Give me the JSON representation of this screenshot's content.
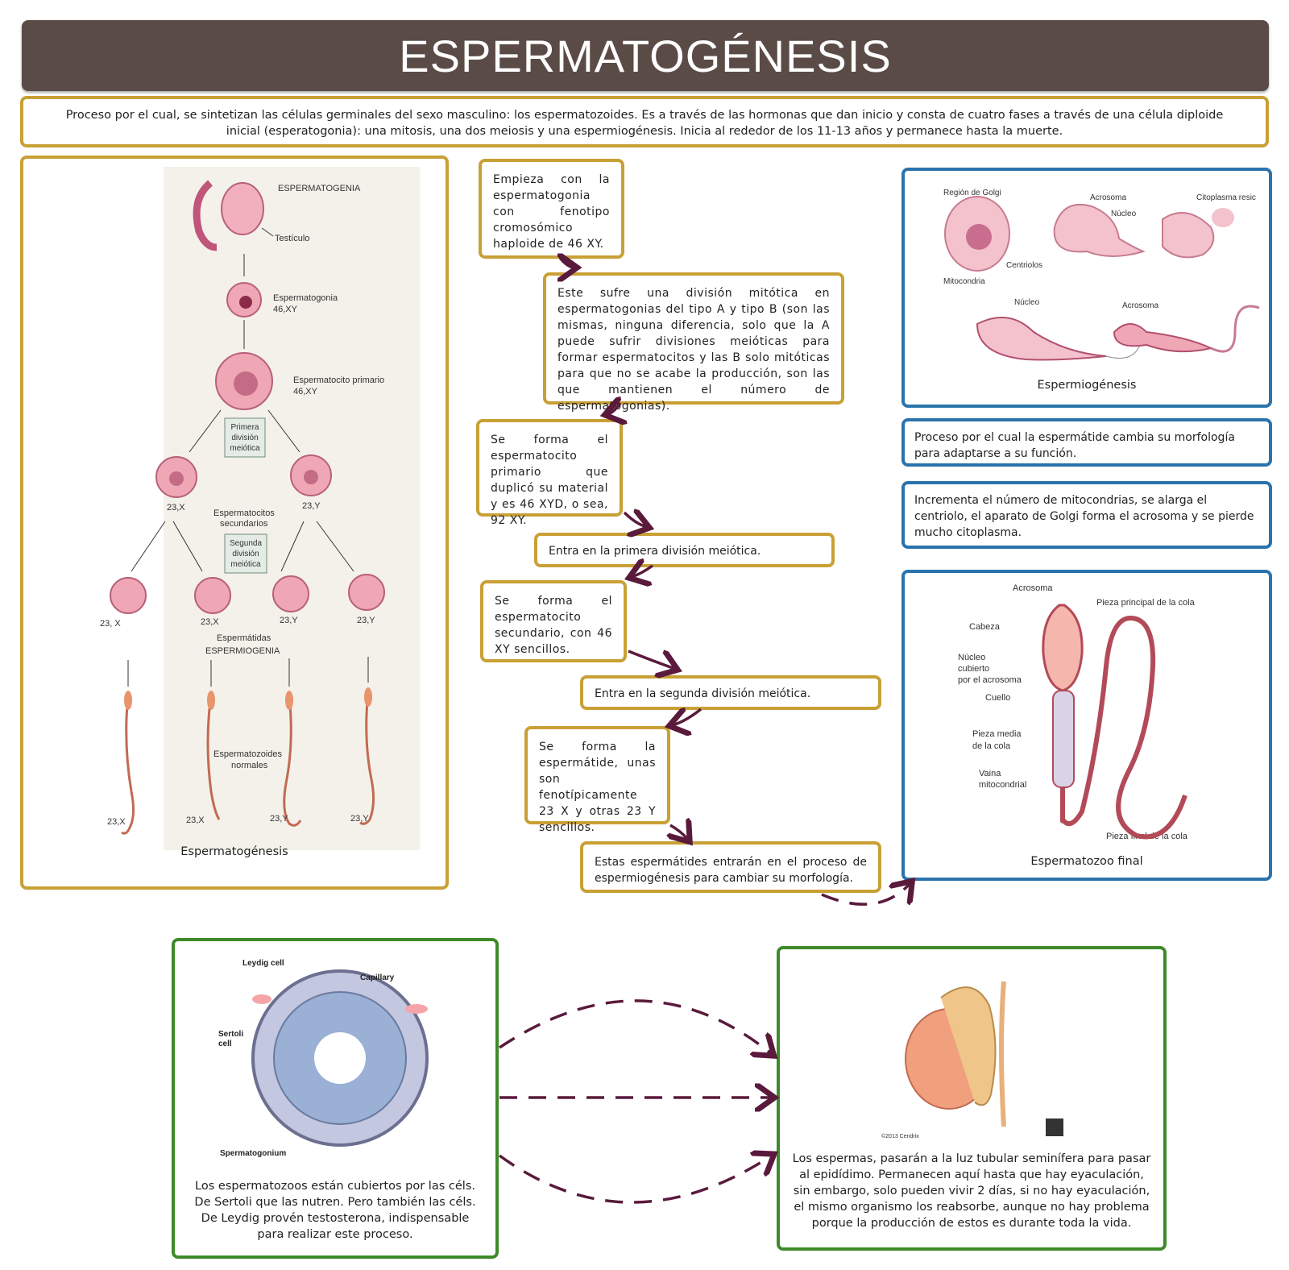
{
  "title": "ESPERMATOGÉNESIS",
  "intro": "Proceso por el cual, se sintetizan las células germinales del sexo masculino: los espermatozoides. Es a través de las hormonas que dan inicio y consta de cuatro fases a través de una célula diploide inicial (esperatogonia): una mitosis, una dos meiosis y una espermiogénesis. Inicia al rededor de los 11-13 años y permanece hasta la muerte.",
  "left_panel": {
    "caption": "Espermatogénesis",
    "labels": {
      "espermatogenia": "ESPERMATOGENIA",
      "testiculo": "Testículo",
      "espermatogonia": "Espermatogonia",
      "espermatogonia_k": "46,XY",
      "primario": "Espermatocito primario",
      "primario_k": "46,XY",
      "primera_1": "Primera",
      "primera_2": "división",
      "primera_3": "meiótica",
      "k23x": "23,X",
      "k23y": "23,Y",
      "secundarios_1": "Espermatocitos",
      "secundarios_2": "secundarios",
      "segunda_1": "Segunda",
      "segunda_2": "división",
      "segunda_3": "meiótica",
      "t1": "23, X",
      "t2": "23,X",
      "t3": "23,Y",
      "t4": "23,Y",
      "espermatidas": "Espermátidas",
      "espermiogenia": "ESPERMIOGENIA",
      "normales_1": "Espermatozoides",
      "normales_2": "normales",
      "b1": "23,X",
      "b2": "23,X",
      "b3": "23,Y",
      "b4": "23,Y"
    }
  },
  "steps": [
    "Empieza con la espermatogonia con fenotipo cromosómico haploide de 46 XY.",
    "Este sufre una división mitótica en espermatogonias del tipo A y tipo B (son las mismas, ninguna diferencia, solo que la A puede sufrir divisiones meióticas para formar espermatocitos y las B solo mitóticas para que no se acabe la producción, son las que mantienen el número de espermatogonias).",
    "Se forma el espermatocito primario que duplicó su material y es 46 XYD, o sea, 92 XY.",
    "Entra en la primera división meiótica.",
    "Se forma el espermatocito secundario, con 46 XY sencillos.",
    "Entra en la segunda división meiótica.",
    "Se forma la espermátide, unas son fenotípicamente 23 X y otras 23 Y sencillos.",
    "Estas espermátides entrarán en el proceso de espermiogénesis para cambiar su morfología."
  ],
  "espermiogenesis": {
    "caption": "Espermiogénesis",
    "labels": {
      "golgi": "Región de Golgi",
      "acrosoma1": "Acrosoma",
      "nucleo1": "Núcleo",
      "citoplasma": "Citoplasma resic",
      "centriolos": "Centriolos",
      "mitocondria": "Mitocondria",
      "nucleo2": "Núcleo",
      "acrosoma2": "Acrosoma"
    }
  },
  "info1": "Proceso por el cual la espermátide cambia su morfología para adaptarse a su función.",
  "info2": "Incrementa el número de mitocondrias, se alarga el centriolo, el aparato de Golgi forma el acrosoma y se pierde mucho citoplasma.",
  "espermatozoo": {
    "caption": "Espermatozoo final",
    "labels": {
      "acrosoma": "Acrosoma",
      "pieza_principal": "Pieza principal de la cola",
      "cabeza": "Cabeza",
      "nucleo_1": "Núcleo",
      "nucleo_2": "cubierto",
      "nucleo_3": "por el acrosoma",
      "cuello": "Cuello",
      "media_1": "Pieza media",
      "media_2": "de la cola",
      "vaina_1": "Vaina",
      "vaina_2": "mitocondrial",
      "pieza_final": "Pieza final de la cola"
    }
  },
  "sertoli": {
    "text": "Los espermatozoos están cubiertos por las céls. De Sertoli que las nutren. Pero también las céls. De Leydig provén testosterona, indispensable para realizar este proceso.",
    "labels": {
      "leydig": "Leydig cell",
      "capillary": "Capillary",
      "sertoli_1": "Sertoli",
      "sertoli_2": "cell",
      "spermatogonium": "Spermatogonium"
    }
  },
  "epididimo": {
    "text": "Los espermas, pasarán a la luz tubular seminífera para pasar al epidídimo. Permanecen aquí hasta que hay eyaculación, sin embargo, solo pueden vivir 2 días, si no hay eyaculación, el mismo organismo los reabsorbe, aunque no hay problema porque la producción de estos es durante toda la vida.",
    "copyright": "©2013 Cendrix"
  },
  "colors": {
    "title_bg": "#5b4b46",
    "gold_border": "#c9a035",
    "blue_border": "#2a73ad",
    "green_border": "#3e8a2a",
    "arrow": "#5a1a3c"
  }
}
